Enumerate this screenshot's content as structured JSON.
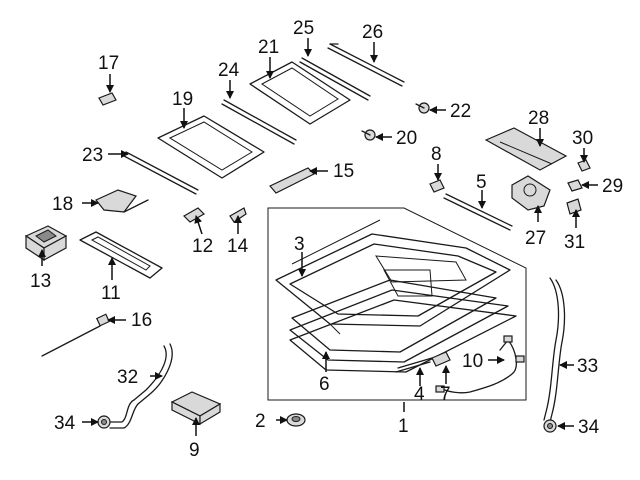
{
  "diagram": {
    "callouts": [
      {
        "id": "c1",
        "text": "1"
      },
      {
        "id": "c2",
        "text": "2"
      },
      {
        "id": "c3",
        "text": "3"
      },
      {
        "id": "c4",
        "text": "4"
      },
      {
        "id": "c5",
        "text": "5"
      },
      {
        "id": "c6",
        "text": "6"
      },
      {
        "id": "c7",
        "text": "7"
      },
      {
        "id": "c8",
        "text": "8"
      },
      {
        "id": "c9",
        "text": "9"
      },
      {
        "id": "c10",
        "text": "10"
      },
      {
        "id": "c11",
        "text": "11"
      },
      {
        "id": "c12",
        "text": "12"
      },
      {
        "id": "c13",
        "text": "13"
      },
      {
        "id": "c14",
        "text": "14"
      },
      {
        "id": "c15",
        "text": "15"
      },
      {
        "id": "c16",
        "text": "16"
      },
      {
        "id": "c17",
        "text": "17"
      },
      {
        "id": "c18",
        "text": "18"
      },
      {
        "id": "c19",
        "text": "19"
      },
      {
        "id": "c20",
        "text": "20"
      },
      {
        "id": "c21",
        "text": "21"
      },
      {
        "id": "c22",
        "text": "22"
      },
      {
        "id": "c23",
        "text": "23"
      },
      {
        "id": "c24",
        "text": "24"
      },
      {
        "id": "c25",
        "text": "25"
      },
      {
        "id": "c26",
        "text": "26"
      },
      {
        "id": "c27",
        "text": "27"
      },
      {
        "id": "c28",
        "text": "28"
      },
      {
        "id": "c29",
        "text": "29"
      },
      {
        "id": "c30",
        "text": "30"
      },
      {
        "id": "c31",
        "text": "31"
      },
      {
        "id": "c32",
        "text": "32"
      },
      {
        "id": "c33",
        "text": "33"
      },
      {
        "id": "c34a",
        "text": "34"
      },
      {
        "id": "c34b",
        "text": "34"
      }
    ]
  }
}
